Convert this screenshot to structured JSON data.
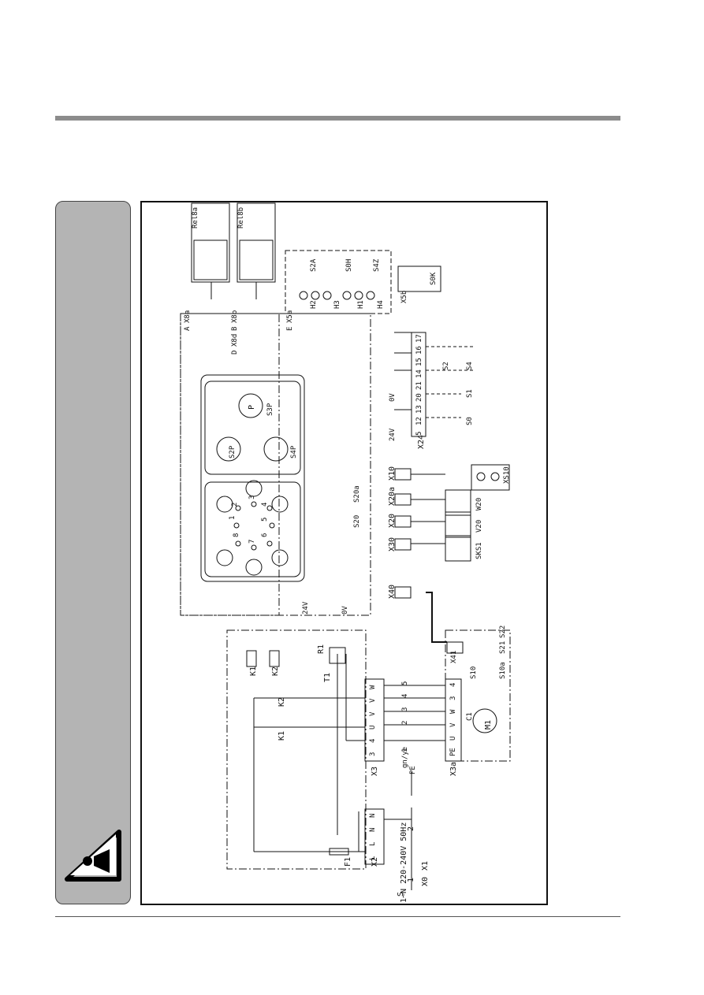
{
  "page": {
    "accent_gray": "#8c8c8c",
    "panel_gray": "#b4b4b4"
  },
  "warning": {
    "icon": "warning-triangle-icon"
  },
  "supply": {
    "voltage": "1~N  220-240V  50Hz",
    "s": "S",
    "x0": "X0",
    "x1": "X1"
  },
  "terminals": {
    "x2": "X2",
    "x3": "X3",
    "x3a": "X3a",
    "x41": "X41",
    "x8a": "X8a",
    "x8b": "X8b",
    "x8d": "X8d",
    "x5a": "X5a",
    "x5b": "X5b",
    "x24": "X24",
    "x10": "X10",
    "x20": "X20",
    "x20a": "X20a",
    "x30": "X30",
    "x40": "X40",
    "x2_pins": [
      "L",
      "L",
      "N",
      "N"
    ],
    "x3_pins": [
      "3",
      "4",
      "U",
      "V",
      "V",
      "W"
    ],
    "x3a_pins": [
      "PE",
      "U",
      "V",
      "W",
      "3",
      "4"
    ],
    "x24_pins": [
      "5",
      "12",
      "13",
      "20",
      "21",
      "14",
      "15",
      "16",
      "17"
    ]
  },
  "components": {
    "f1": "F1",
    "t1": "T1",
    "r1": "R1",
    "k1": "K1",
    "k2": "K2",
    "m1": "M1",
    "pe": "PE",
    "gnye": "gn/ye",
    "v24": "24V",
    "v0": "0V",
    "s0": "S0",
    "s1": "S1",
    "s2": "S2",
    "s4": "S4",
    "s10": "S10",
    "s10a": "S10a",
    "s20": "S20",
    "s20a": "S20a",
    "s21": "S21",
    "s22": "S22",
    "s2p": "S2P",
    "s3p": "S3P",
    "s4p": "S4P",
    "rel8a": "Rel8a",
    "rel8b": "Rel8b",
    "s2a": "S2A",
    "s0h": "S0H",
    "s4z": "S4Z",
    "s0k": "S0K",
    "h1": "H1",
    "h2": "H2",
    "h3": "H3",
    "h4": "H4",
    "xs10": "XS10",
    "w20": "W20",
    "v20": "V20",
    "sks1": "SKS1",
    "c1": "C1",
    "p": "P",
    "a": "A",
    "b": "B",
    "d": "D",
    "e": "E"
  },
  "wire_numbers": [
    "1",
    "2",
    "3",
    "4",
    "5"
  ],
  "supply_numbers": [
    "1",
    "2"
  ],
  "program_numbers": [
    "1",
    "2",
    "3",
    "4",
    "5",
    "6",
    "7",
    "8"
  ]
}
